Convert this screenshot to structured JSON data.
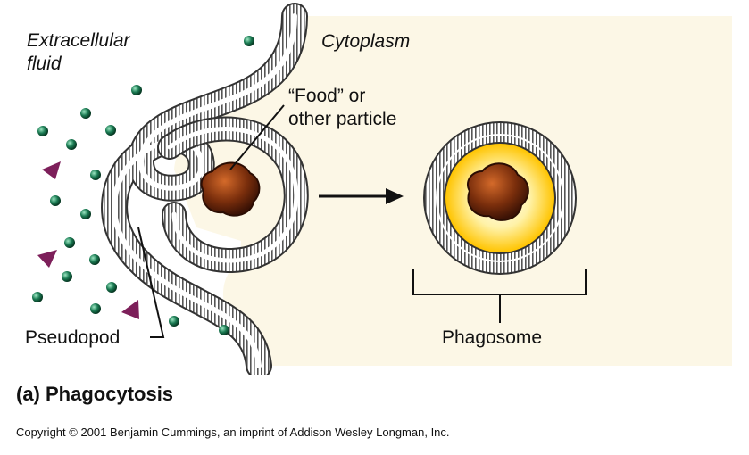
{
  "labels": {
    "extracellular_line1": "Extracellular",
    "extracellular_line2": "fluid",
    "cytoplasm": "Cytoplasm",
    "food_line1": "“Food” or",
    "food_line2": "other particle",
    "pseudopod": "Pseudopod",
    "phagosome": "Phagosome"
  },
  "caption": "(a) Phagocytosis",
  "copyright": "Copyright © 2001 Benjamin Cummings, an imprint of Addison Wesley Longman, Inc.",
  "colors": {
    "cytoplasm_bg": "#fcf7e6",
    "membrane_stripe": "#555555",
    "particle": "#7a2e0c",
    "molecule": "#0f5a3c",
    "triangle": "#7d1f5a",
    "phagosome_inner": "#ffd11a"
  }
}
